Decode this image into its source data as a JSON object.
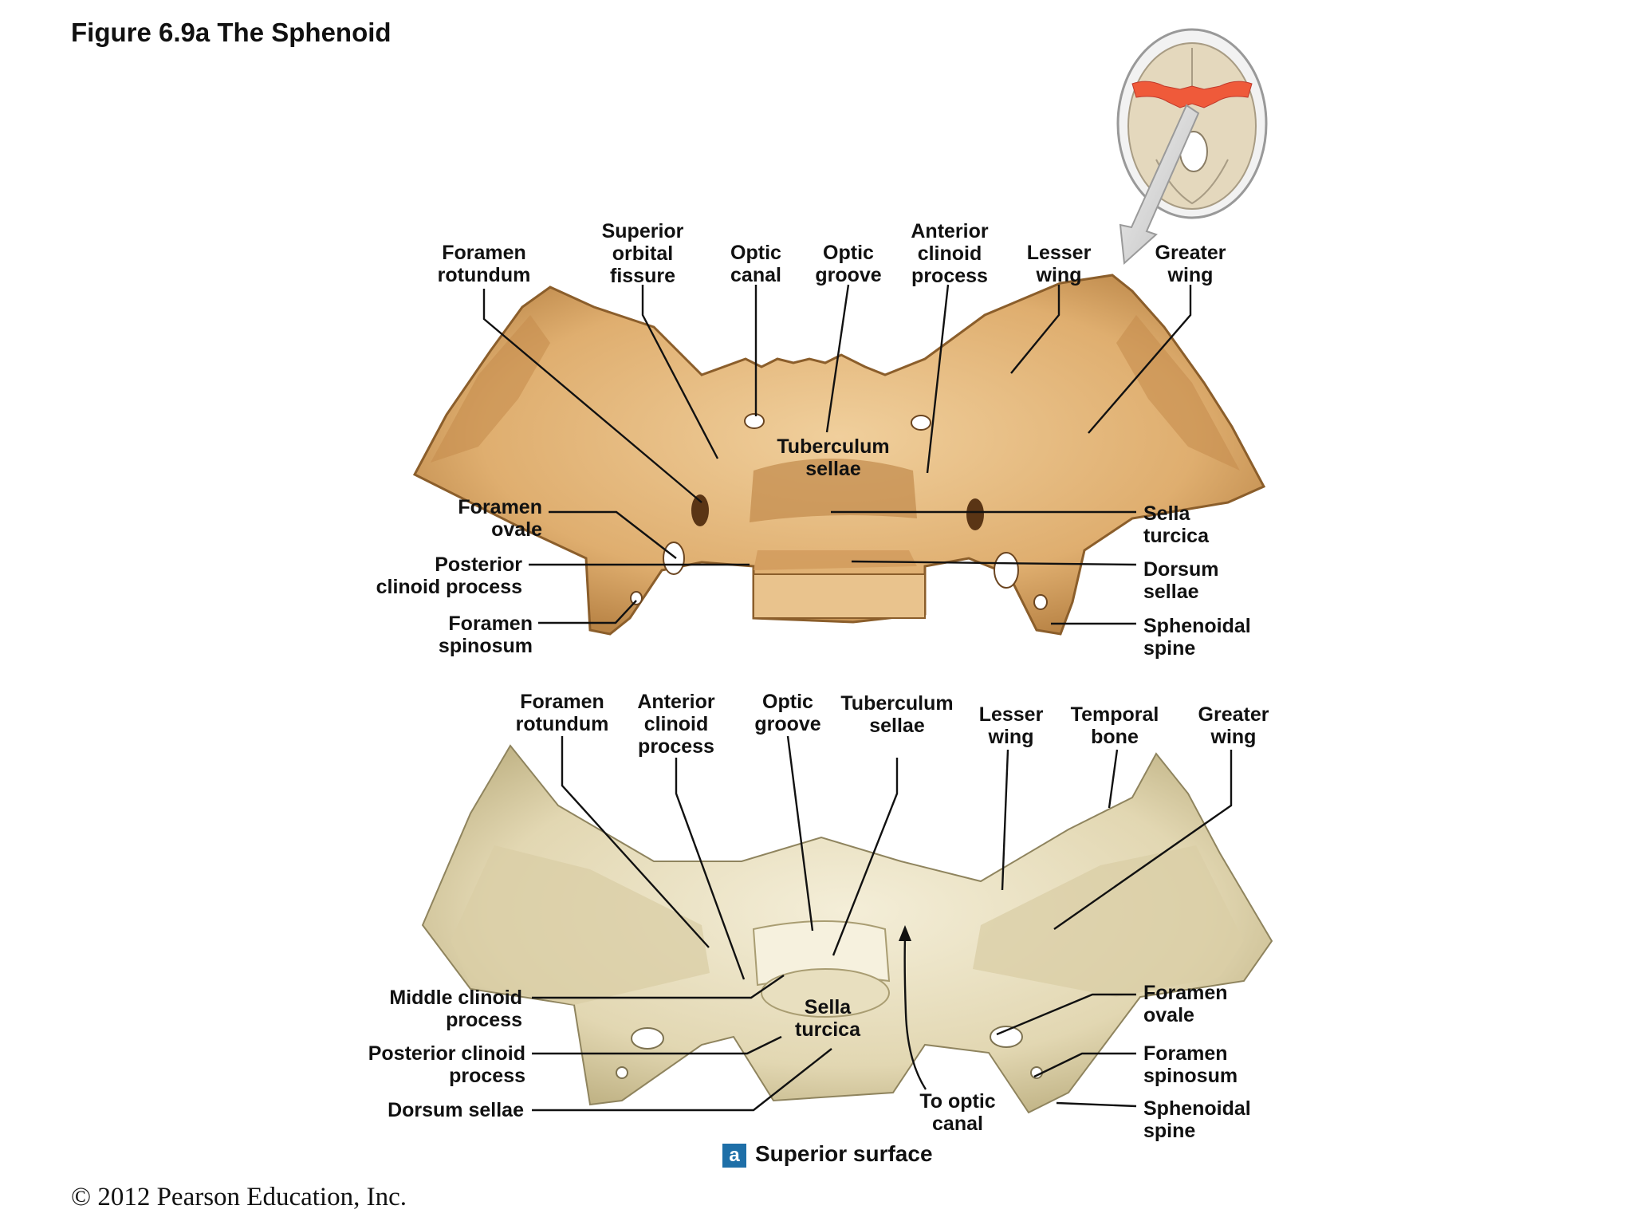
{
  "title": "Figure 6.9a  The Sphenoid",
  "copyright": "© 2012 Pearson Education, Inc.",
  "panel_badge": "a",
  "panel_caption": "Superior surface",
  "colors": {
    "illustration_bone": "#e6b980",
    "illustration_shadow": "#b98446",
    "photo_bone": "#e8dfbf",
    "photo_shadow": "#b7a979",
    "inset_highlight": "#ef5a3a",
    "badge": "#1e6fa8"
  },
  "illustration_labels": {
    "foramen_rotundum": "Foramen\nrotundum",
    "superior_orbital_fissure": "Superior\norbital\nfissure",
    "optic_canal": "Optic\ncanal",
    "optic_groove": "Optic\ngroove",
    "anterior_clinoid_process": "Anterior\nclinoid\nprocess",
    "lesser_wing": "Lesser\nwing",
    "greater_wing": "Greater\nwing",
    "tuberculum_sellae": "Tuberculum\nsellae",
    "foramen_ovale": "Foramen\novale",
    "posterior_clinoid_process": "Posterior\nclinoid process",
    "foramen_spinosum": "Foramen\nspinosum",
    "sella_turcica": "Sella\nturcica",
    "dorsum_sellae": "Dorsum\nsellae",
    "sphenoidal_spine": "Sphenoidal\nspine"
  },
  "photo_labels": {
    "foramen_rotundum": "Foramen\nrotundum",
    "anterior_clinoid_process": "Anterior\nclinoid\nprocess",
    "optic_groove": "Optic\ngroove",
    "tuberculum_sellae": "Tuberculum\nsellae",
    "lesser_wing": "Lesser\nwing",
    "temporal_bone": "Temporal\nbone",
    "greater_wing": "Greater\nwing",
    "middle_clinoid_process": "Middle clinoid\nprocess",
    "posterior_clinoid_process": "Posterior clinoid\nprocess",
    "dorsum_sellae": "Dorsum sellae",
    "sella_turcica": "Sella\nturcica",
    "to_optic_canal": "To optic\ncanal",
    "foramen_ovale": "Foramen\novale",
    "foramen_spinosum": "Foramen\nspinosum",
    "sphenoidal_spine": "Sphenoidal\nspine"
  }
}
